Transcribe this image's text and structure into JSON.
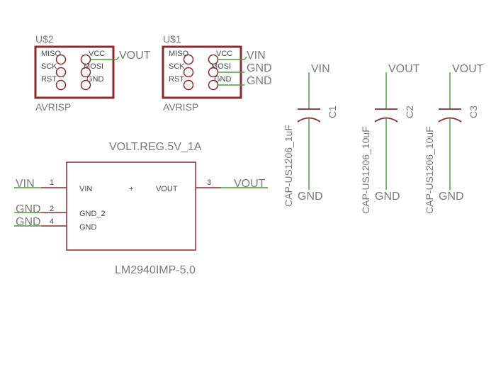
{
  "headers": {
    "header_1": {
      "name": "U$2",
      "type": "AVRISP"
    },
    "header_2": {
      "name": "U$1",
      "type": "AVRISP"
    }
  },
  "isp_pins": {
    "miso": "MISO",
    "vcc": "VCC",
    "sck": "SCK",
    "mosi": "MOSI",
    "rst": "RST",
    "gnd": "GND"
  },
  "nets": {
    "vin": "VIN",
    "vout": "VOUT",
    "gnd": "GND"
  },
  "regulator": {
    "name": "VOLT.REG.5V_1A",
    "value": "LM2940IMP-5.0",
    "pin_vin": "VIN",
    "pin_vout": "VOUT",
    "pin_gnd2": "GND_2",
    "pin_gnd": "GND",
    "plus": "+",
    "pin_num_1": "1",
    "pin_num_2": "2",
    "pin_num_3": "3",
    "pin_num_4": "4"
  },
  "capacitors": {
    "c1": {
      "name": "C1",
      "value": "CAP-US1206_1uF",
      "top_net": "VIN",
      "bottom_net": "GND"
    },
    "c2": {
      "name": "C2",
      "value": "CAP-US1206_10uF",
      "top_net": "VOUT",
      "bottom_net": "GND"
    },
    "c3": {
      "name": "C3",
      "value": "CAP-US1206_10uF",
      "top_net": "VOUT",
      "bottom_net": "GND"
    }
  },
  "colors": {
    "symbol": "#8b2a2a",
    "wire": "#4a9a3a",
    "label": "#7a7a7a"
  }
}
